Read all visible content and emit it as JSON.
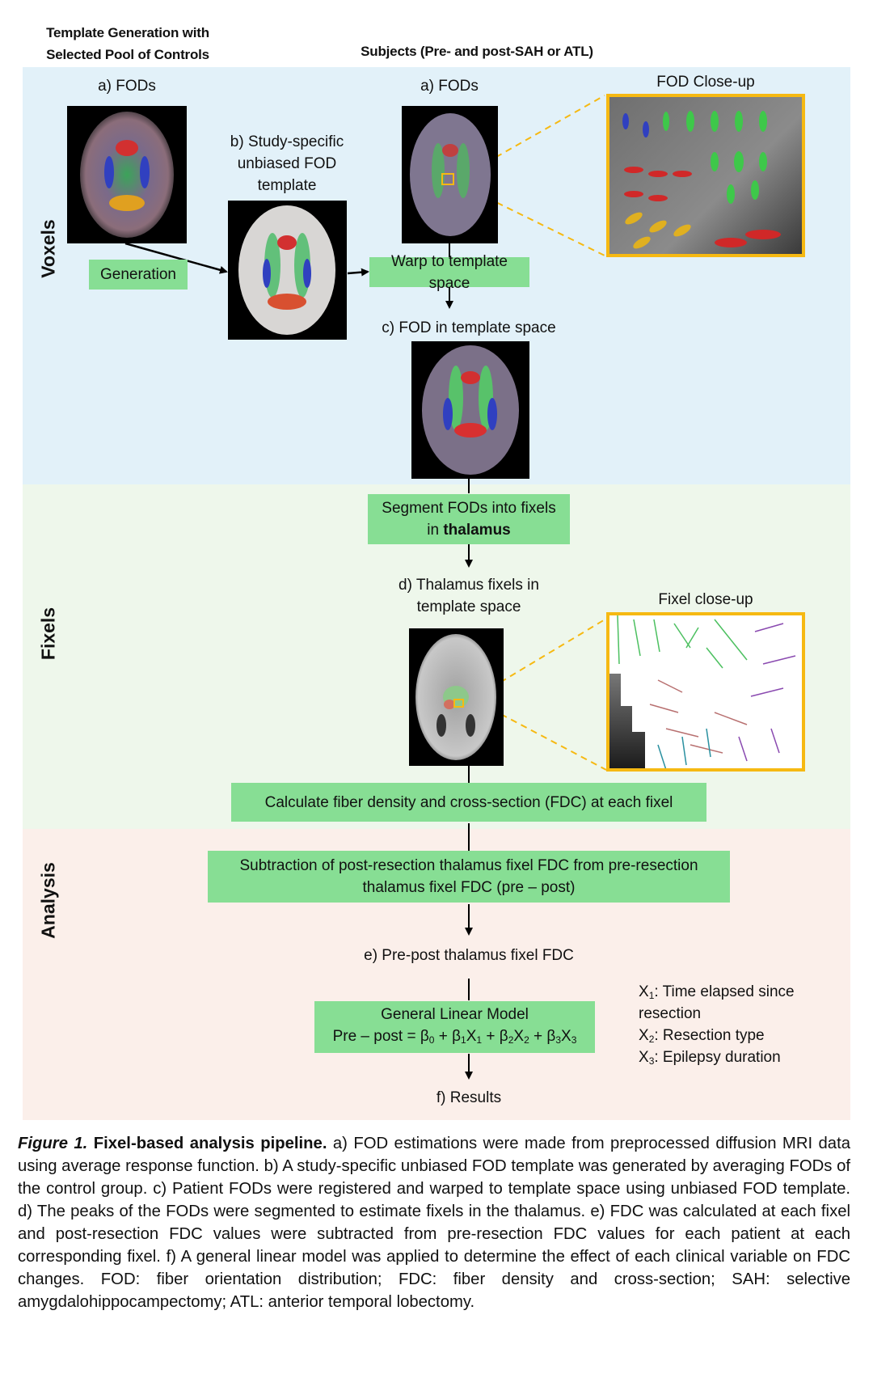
{
  "headers": {
    "left_line1": "Template Generation with",
    "left_line2": "Selected Pool of Controls",
    "right": "Subjects (Pre- and post-SAH or ATL)"
  },
  "sections": {
    "voxels": "Voxels",
    "fixels": "Fixels",
    "analysis": "Analysis"
  },
  "colors": {
    "voxels_bg": "#e2f1f9",
    "fixels_bg": "#eef7eb",
    "analysis_bg": "#fbefea",
    "step_box": "#87de94",
    "highlight": "#f6b912"
  },
  "voxels": {
    "controls_fods_label": "a) FODs",
    "template_label_1": "b) Study-specific",
    "template_label_2": "unbiased FOD",
    "template_label_3": "template",
    "generation_box": "Generation",
    "subjects_fods_label": "a) FODs",
    "fod_closeup_label": "FOD Close-up",
    "warp_box": "Warp to template space",
    "fod_template_label": "c) FOD in template space"
  },
  "fixels": {
    "segment_box_line1": "Segment FODs into fixels",
    "segment_box_prefix": "in ",
    "segment_box_bold": "thalamus",
    "thalamus_label_1": "d) Thalamus fixels in",
    "thalamus_label_2": "template space",
    "fixel_closeup_label": "Fixel close-up",
    "fdc_box": "Calculate fiber density and cross-section (FDC) at each fixel"
  },
  "analysis": {
    "subtraction_line1": "Subtraction of post-resection thalamus fixel FDC from pre-resection",
    "subtraction_line2": "thalamus fixel FDC (pre – post)",
    "prepost_label": "e) Pre-post thalamus fixel FDC",
    "glm_title": "General Linear Model",
    "glm_equation_lhs": "Pre – post = ",
    "glm_terms": [
      "β",
      "0",
      " + β",
      "1",
      "X",
      "1",
      " + β",
      "2",
      "X",
      "2",
      " + β",
      "3",
      "X",
      "3"
    ],
    "variables": [
      {
        "sym": "X",
        "sub": "1",
        "text": ": Time elapsed since"
      },
      {
        "sym": "",
        "sub": "",
        "text": "resection"
      },
      {
        "sym": "X",
        "sub": "2",
        "text": ": Resection type"
      },
      {
        "sym": "X",
        "sub": "3",
        "text": ": Epilepsy duration"
      }
    ],
    "results_label": "f) Results"
  },
  "caption": {
    "fig_label": "Figure 1.",
    "title": " Fixel-based analysis pipeline.",
    "body": " a) FOD estimations were made from preprocessed diffusion MRI data using average response function. b) A study-specific unbiased FOD template was generated by averaging FODs of the control group. c) Patient FODs were registered and warped to template space using unbiased FOD template. d) The peaks of the FODs were segmented to estimate fixels in the thalamus. e) FDC was calculated at each fixel and post-resection FDC values were subtracted from pre-resection FDC values for each patient at each corresponding fixel. f) A general linear model was applied to determine the effect of each clinical variable on FDC changes. FOD: fiber orientation distribution; FDC: fiber density and cross-section; SAH: selective amygdalohippocampectomy; ATL: anterior temporal lobectomy."
  }
}
